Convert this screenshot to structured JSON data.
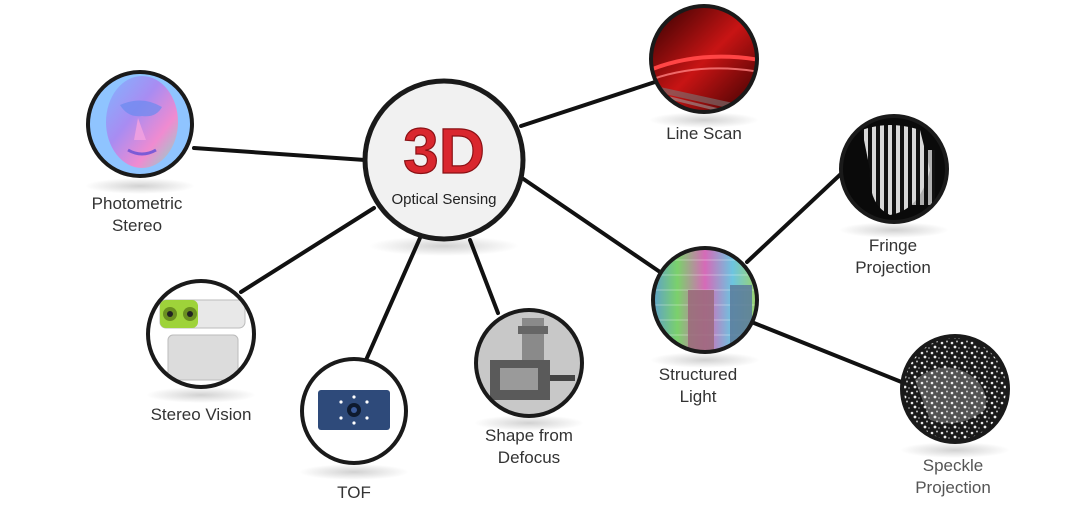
{
  "center": {
    "logo_text": "3D",
    "title": "Optical Sensing"
  },
  "nodes": {
    "line_scan": {
      "label": "Line Scan",
      "image": "red-laser-line-photo"
    },
    "photometric_stereo": {
      "label": "Photometric\nStereo",
      "image": "normal-map-face-photo"
    },
    "fringe_projection": {
      "label": "Fringe\nProjection",
      "image": "fringe-pattern-photo"
    },
    "structured_light": {
      "label": "Structured\nLight",
      "image": "color-pattern-photo"
    },
    "speckle_projection": {
      "label": "Speckle\nProjection",
      "image": "speckle-pattern-photo"
    },
    "stereo_vision": {
      "label": "Stereo Vision",
      "image": "stereo-camera-photo"
    },
    "tof": {
      "label": "TOF",
      "image": "tof-camera-photo"
    },
    "shape_from_defocus": {
      "label": "Shape from\nDefocus",
      "image": "microscope-rig-photo"
    }
  },
  "colors": {
    "line": "#111111",
    "ring": "#1a1a1a",
    "logo_red": "#d9272e",
    "logo_blue": "#3b7fd6"
  }
}
